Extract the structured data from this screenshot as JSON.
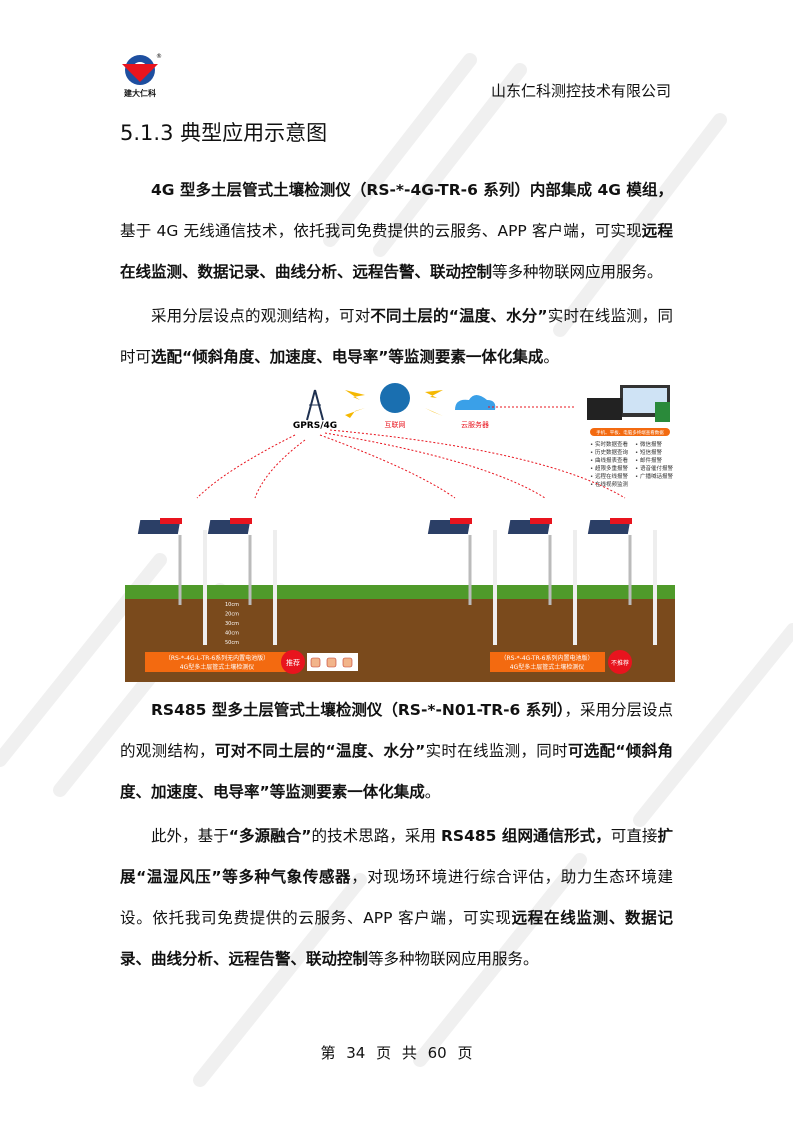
{
  "header": {
    "logo_text": "建大仁科",
    "company": "山东仁科测控技术有限公司"
  },
  "section_title": "5.1.3  典型应用示意图",
  "paragraphs": [
    [
      {
        "t": "4G 型多土层管式土壤检测仪（RS-*-4G-TR-6 系列）内部集成 4G 模组，",
        "b": true
      },
      {
        "t": "基于 4G 无线通信技术，依托我司免费提供的云服务、APP 客户端，可实现",
        "b": false
      },
      {
        "t": "远程在线监测、数据记录、曲线分析、远程告警、联动控制",
        "b": true
      },
      {
        "t": "等多种物联网应用服务。",
        "b": false
      }
    ],
    [
      {
        "t": "采用分层设点的观测结构，可对",
        "b": false
      },
      {
        "t": "不同土层的“温度、水分”",
        "b": true
      },
      {
        "t": "实时在线监测，同时可",
        "b": false
      },
      {
        "t": "选配“倾斜角度、加速度、电导率”等监测要素一体化集成",
        "b": true
      },
      {
        "t": "。",
        "b": false
      }
    ],
    [
      {
        "t": "RS485 型多土层管式土壤检测仪（RS-*-N01-TR-6 系列）",
        "b": true
      },
      {
        "t": "，采用分层设点的观测结构，",
        "b": false
      },
      {
        "t": "可对不同土层的“温度、水分”",
        "b": true
      },
      {
        "t": "实时在线监测，同时",
        "b": false
      },
      {
        "t": "可选配“倾斜角度、加速度、电导率”等监测要素一体化集成",
        "b": true
      },
      {
        "t": "。",
        "b": false
      }
    ],
    [
      {
        "t": "此外，基于",
        "b": false
      },
      {
        "t": "“多源融合”",
        "b": true
      },
      {
        "t": "的技术思路，采用 ",
        "b": false
      },
      {
        "t": "RS485 组网通信形式，",
        "b": true
      },
      {
        "t": "可直接",
        "b": false
      },
      {
        "t": "扩展“温湿风压”等多种气象传感器",
        "b": true
      },
      {
        "t": "，对现场环境进行综合评估，助力生态环境建设。依托我司免费提供的云服务、APP 客户端，可实现",
        "b": false
      },
      {
        "t": "远程在线监测、数据记录、曲线分析、远程告警、联动控制",
        "b": true
      },
      {
        "t": "等多种物联网应用服务。",
        "b": false
      }
    ]
  ],
  "diagram": {
    "tower_label": "GPRS/4G",
    "internet_label": "互联网",
    "cloud_label": "云服务器",
    "devices_banner": "手机、平板、电脑多终端查看数据",
    "features_left": [
      "实时数据查看",
      "历史数据查询",
      "曲线报表查看",
      "超限多重报警",
      "远程在线报警",
      "在线视频监测"
    ],
    "features_right": [
      "微信报警",
      "短信报警",
      "邮件报警",
      "语音催付报警",
      "广播喊话报警"
    ],
    "depths": [
      "10cm",
      "20cm",
      "30cm",
      "40cm",
      "50cm"
    ],
    "product_left": [
      "（RS-*-4G-L-TR-6系列",
      "无内置电池版",
      "）",
      "4G型多土层管式土壤检测仪"
    ],
    "product_right": [
      "（RS-*-4G-TR-6系列",
      "内置电池版",
      "）",
      "4G型多土层管式土壤检测仪"
    ],
    "recommend": "推荐",
    "not_recommend": "不推荐"
  },
  "footer": "第 34 页 共 60 页",
  "colors": {
    "ground": "#7a4a1c",
    "grass": "#4f9a2a",
    "orange": "#f36a10",
    "red": "#e8141e",
    "blue": "#1e4fa0"
  }
}
